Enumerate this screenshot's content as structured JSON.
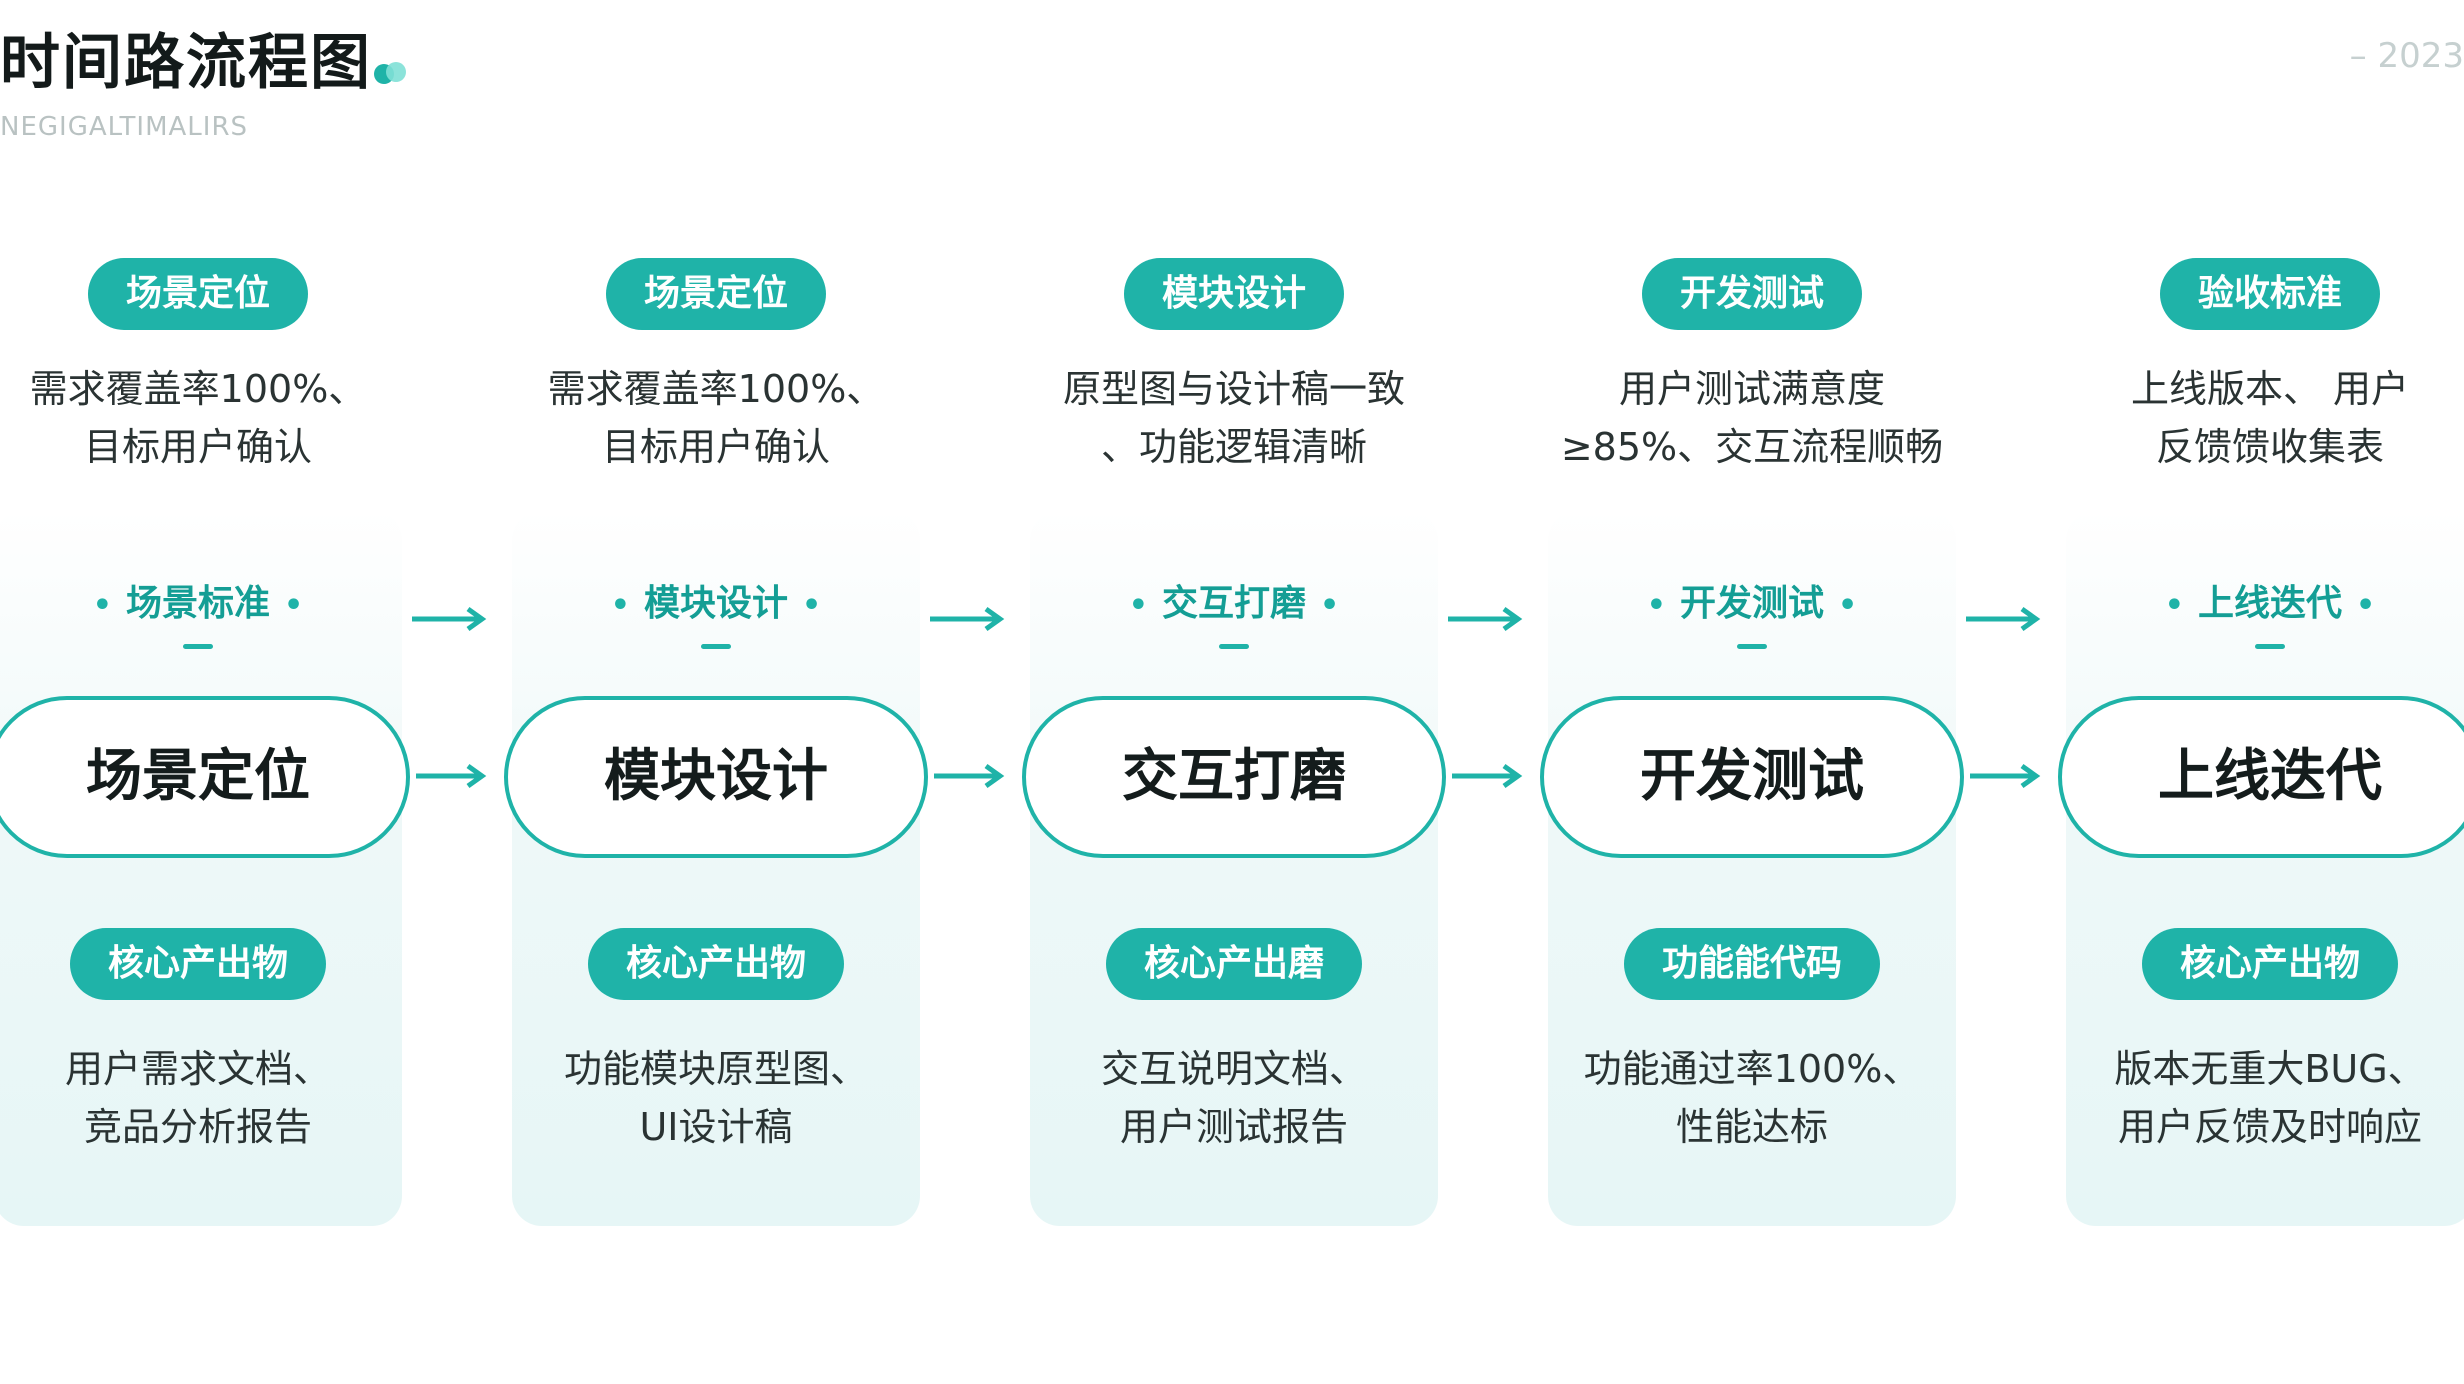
{
  "header": {
    "title": "时间路流程图",
    "subtitle": "NEGIGALTIMALIRS",
    "year": "– 2023"
  },
  "colors": {
    "accent": "#1fb3a8",
    "accent_dark": "#149e95",
    "card_bg": "#e6f6f6",
    "text": "#1f2a2a"
  },
  "stages": [
    {
      "top_badge": "场景定位",
      "top_desc_1": "需求覆盖率100%、",
      "top_desc_2": "目标用户确认",
      "step_label": "场景标准",
      "node": "场景定位",
      "bottom_badge": "核心产出物",
      "bottom_desc_1": "用户需求文档、",
      "bottom_desc_2": "竞品分析报告"
    },
    {
      "top_badge": "模块设计",
      "top_desc_1": "原型图与设计稿一致",
      "top_desc_2": "、功能逻辑清晰",
      "step_label": "模块设计",
      "node": "模块设计",
      "bottom_badge": "核心产出物",
      "bottom_desc_1": "功能模块原型图、",
      "bottom_desc_2": "UI设计稿"
    },
    {
      "top_badge": "开发测试",
      "top_desc_1": "用户测试满意度",
      "top_desc_2": "≥85%、交互流程顺畅",
      "step_label": "交互打磨",
      "node": "交互打磨",
      "bottom_badge": "核心产出磨",
      "bottom_desc_1": "交互说明文档、",
      "bottom_desc_2": "用户测试报告"
    },
    {
      "top_badge": "验收标准",
      "top_desc_1": "上线版本、 用户",
      "top_desc_2": "反馈馈收集表",
      "step_label": "开发测试",
      "node": "开发测试",
      "bottom_badge": "功能能代码",
      "bottom_desc_1": "功能通过率100%、",
      "bottom_desc_2": "性能达标"
    },
    {
      "top_badge": "",
      "top_desc_1": "",
      "top_desc_2": "",
      "step_label": "上线迭代",
      "node": "上线迭代",
      "bottom_badge": "核心产出物",
      "bottom_desc_1": "版本无重大BUG、",
      "bottom_desc_2": "用户反馈及时响应"
    }
  ]
}
